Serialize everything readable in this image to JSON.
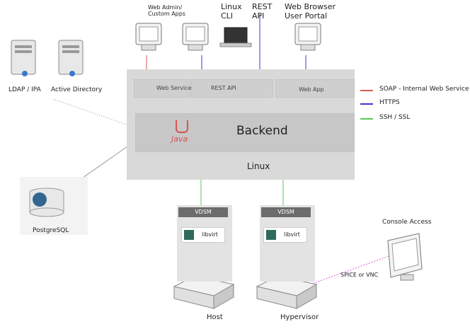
{
  "clients": {
    "web_admin": "Web Admin/\nCustom Apps",
    "linux_cli": "Linux\nCLI",
    "rest_api": "REST\nAPI",
    "web_browser": "Web Browser\nUser Portal"
  },
  "servers": {
    "ldap": "LDAP / IPA",
    "active_directory": "Active Directory"
  },
  "engine": {
    "web_service": "Web Service",
    "rest_api": "REST API",
    "web_app": "Web App",
    "backend": "Backend",
    "os": "Linux",
    "java_label": "Java"
  },
  "database": {
    "label": "PostgreSQL"
  },
  "hosts": {
    "vdsm_1": "VDSM",
    "vdsm_2": "VDSM",
    "libvirt_1": "libvirt",
    "libvirt_2": "libvirt",
    "host_label": "Host",
    "hypervisor_label": "Hypervisor"
  },
  "console": {
    "title": "Console Access",
    "protocol": "SPICE or VNC"
  },
  "legend": [
    {
      "label": "SOAP - Internal Web Service",
      "color": "#e05a4f"
    },
    {
      "label": "HTTPS",
      "color": "#3a3ad6"
    },
    {
      "label": "SSH / SSL",
      "color": "#57c957"
    }
  ]
}
